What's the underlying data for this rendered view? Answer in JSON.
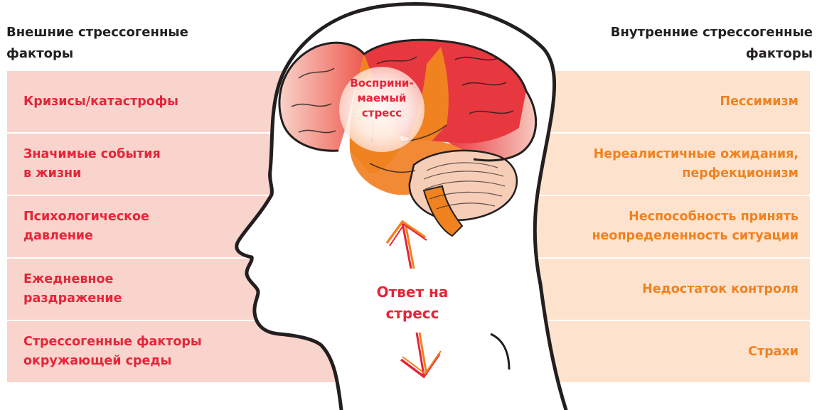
{
  "left_heading": "Внешние стрессогенные\nфакторы",
  "right_heading": "Внутренние стрессогенные\nфакторы",
  "external_factors": [
    "Кризисы/катастрофы",
    "Значимые события\nв жизни",
    "Психологическое\nдавление",
    "Ежедневное\nраздражение",
    "Стрессогенные факторы\nокружающей среды"
  ],
  "internal_factors": [
    "Пессимизм",
    "Нереалистичные ожидания,\nперфекционизм",
    "Неспособность принять\nнеопределенность ситуации",
    "Недостаток контроля",
    "Страхи"
  ],
  "perceived_stress": "Восприни-\nмаемый\nстресс",
  "stress_response": "Ответ на\nстресс",
  "colors": {
    "external_text": "#e5253a",
    "internal_text": "#f08220",
    "external_bg": "#f9d4cc",
    "internal_bg": "#fde3cd",
    "heading_text": "#231f20"
  }
}
